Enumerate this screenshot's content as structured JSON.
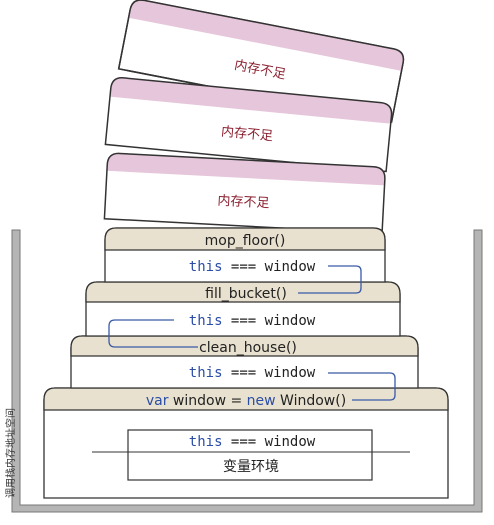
{
  "overflow_cards": [
    {
      "label": "内存不足"
    },
    {
      "label": "内存不足"
    },
    {
      "label": "内存不足"
    }
  ],
  "stack_label": "调用栈内存地址空间",
  "frames": [
    {
      "header": "mop_floor()",
      "body_this": "this",
      "body_rest": " === window"
    },
    {
      "header": "fill_bucket()",
      "body_this": "this",
      "body_rest": " === window"
    },
    {
      "header": "clean_house()",
      "body_this": "this",
      "body_rest": " === window"
    },
    {
      "header_kw1": "var",
      "header_mid": " window = ",
      "header_kw2": "new",
      "header_tail": " Window()",
      "body_this": "this",
      "body_rest": " === window",
      "env_label": "变量环境"
    }
  ],
  "colors": {
    "card_band": "#e6c6da",
    "frame_header": "#e9e1cf",
    "stack_wall": "#b5b5b5",
    "arrow": "#3a5aa8",
    "keyword": "#2a4da6",
    "error_text": "#8a2030"
  }
}
